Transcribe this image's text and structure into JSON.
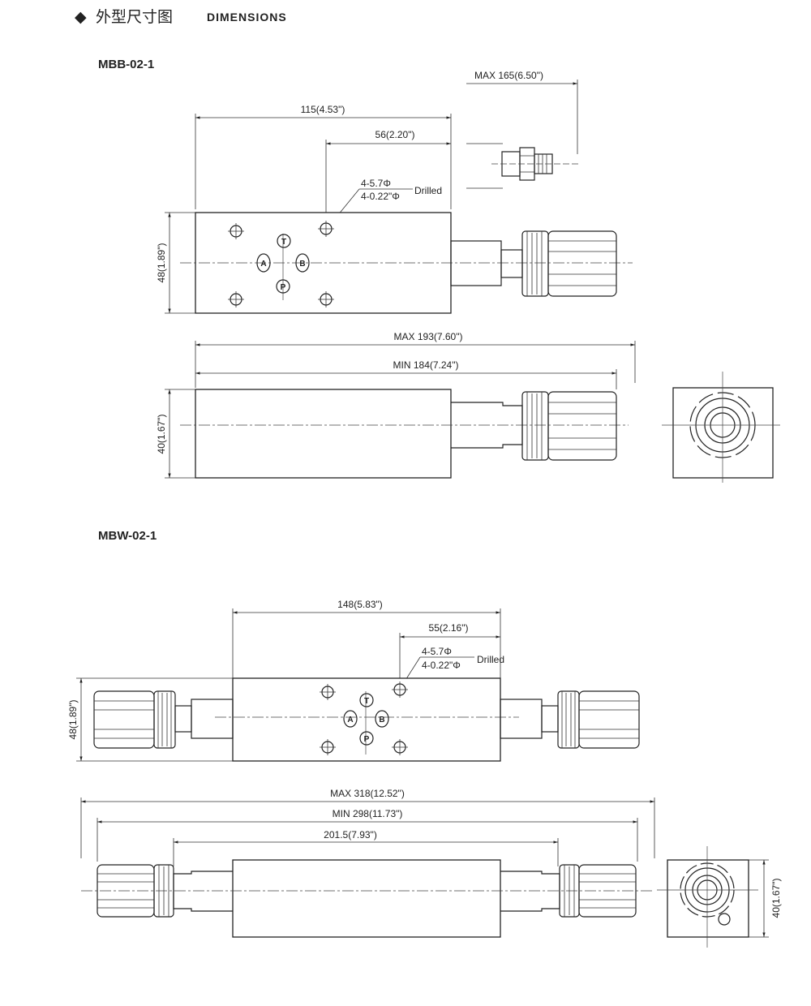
{
  "header": {
    "bullet": "◆",
    "title_cn": "外型尺寸图",
    "title_en": "DIMENSIONS"
  },
  "mbb": {
    "model": "MBB-02-1",
    "dim_115": "115(4.53\")",
    "dim_56": "56(2.20\")",
    "dim_max165": "MAX 165(6.50\")",
    "hole_a": "4-5.7Φ",
    "hole_b": "4-0.22\"Φ",
    "drilled": "Drilled",
    "dim_48": "48(1.89\")",
    "dim_max193": "MAX 193(7.60\")",
    "dim_min184": "MIN 184(7.24\")",
    "dim_40": "40(1.67\")",
    "ports": [
      "T",
      "A",
      "B",
      "P"
    ]
  },
  "mbw": {
    "model": "MBW-02-1",
    "dim_148": "148(5.83\")",
    "dim_55": "55(2.16\")",
    "hole_a": "4-5.7Φ",
    "hole_b": "4-0.22\"Φ",
    "drilled": "Drilled",
    "dim_48": "48(1.89\")",
    "dim_max318": "MAX 318(12.52\")",
    "dim_min298": "MIN 298(11.73\")",
    "dim_2015": "201.5(7.93\")",
    "dim_40": "40(1.67\")",
    "ports": [
      "T",
      "A",
      "B",
      "P"
    ]
  }
}
